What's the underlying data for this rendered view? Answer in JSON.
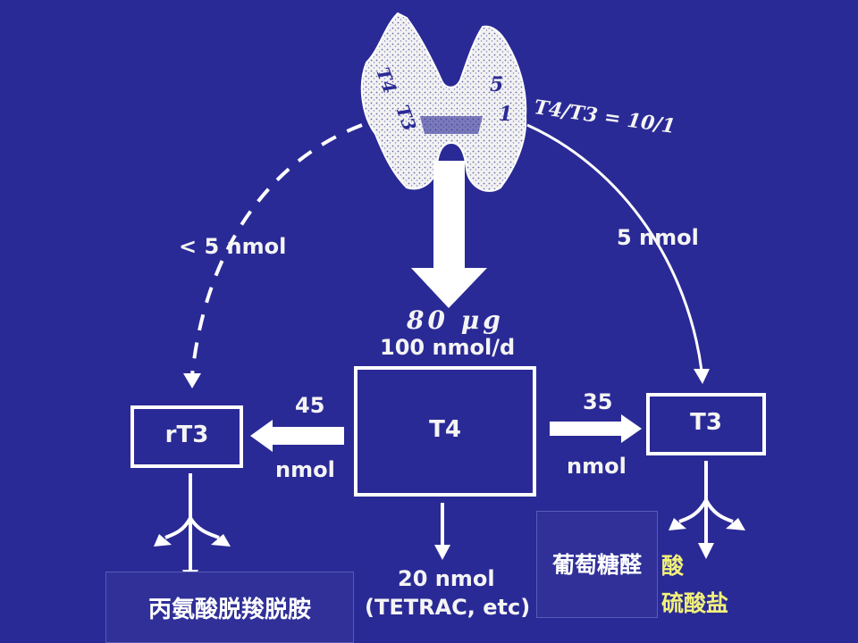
{
  "gland": {
    "left_ratio_top": "T4",
    "left_ratio_bottom": "T3",
    "right_ratio_top": "5",
    "right_ratio_bottom": "1",
    "outer_ratio": "T4/T3 = 10/1"
  },
  "flows": {
    "left_dashed": "< 5 nmol",
    "right_curve": "5 nmol",
    "main_handwritten": "80 μg",
    "main": "100 nmol/d",
    "to_rt3_value": "45",
    "to_rt3_unit": "nmol",
    "to_t3_value": "35",
    "to_t3_unit": "nmol",
    "down_value": "20 nmol",
    "down_detail": "(TETRAC, etc)"
  },
  "boxes": {
    "rt3": "rT3",
    "t4": "T4",
    "t3": "T3"
  },
  "overlays": {
    "bottom_left": "丙氨酸脱羧脱胺",
    "right_box": "葡萄糖醛",
    "right_yellow_1": "酸",
    "right_yellow_2": "硫酸盐"
  }
}
